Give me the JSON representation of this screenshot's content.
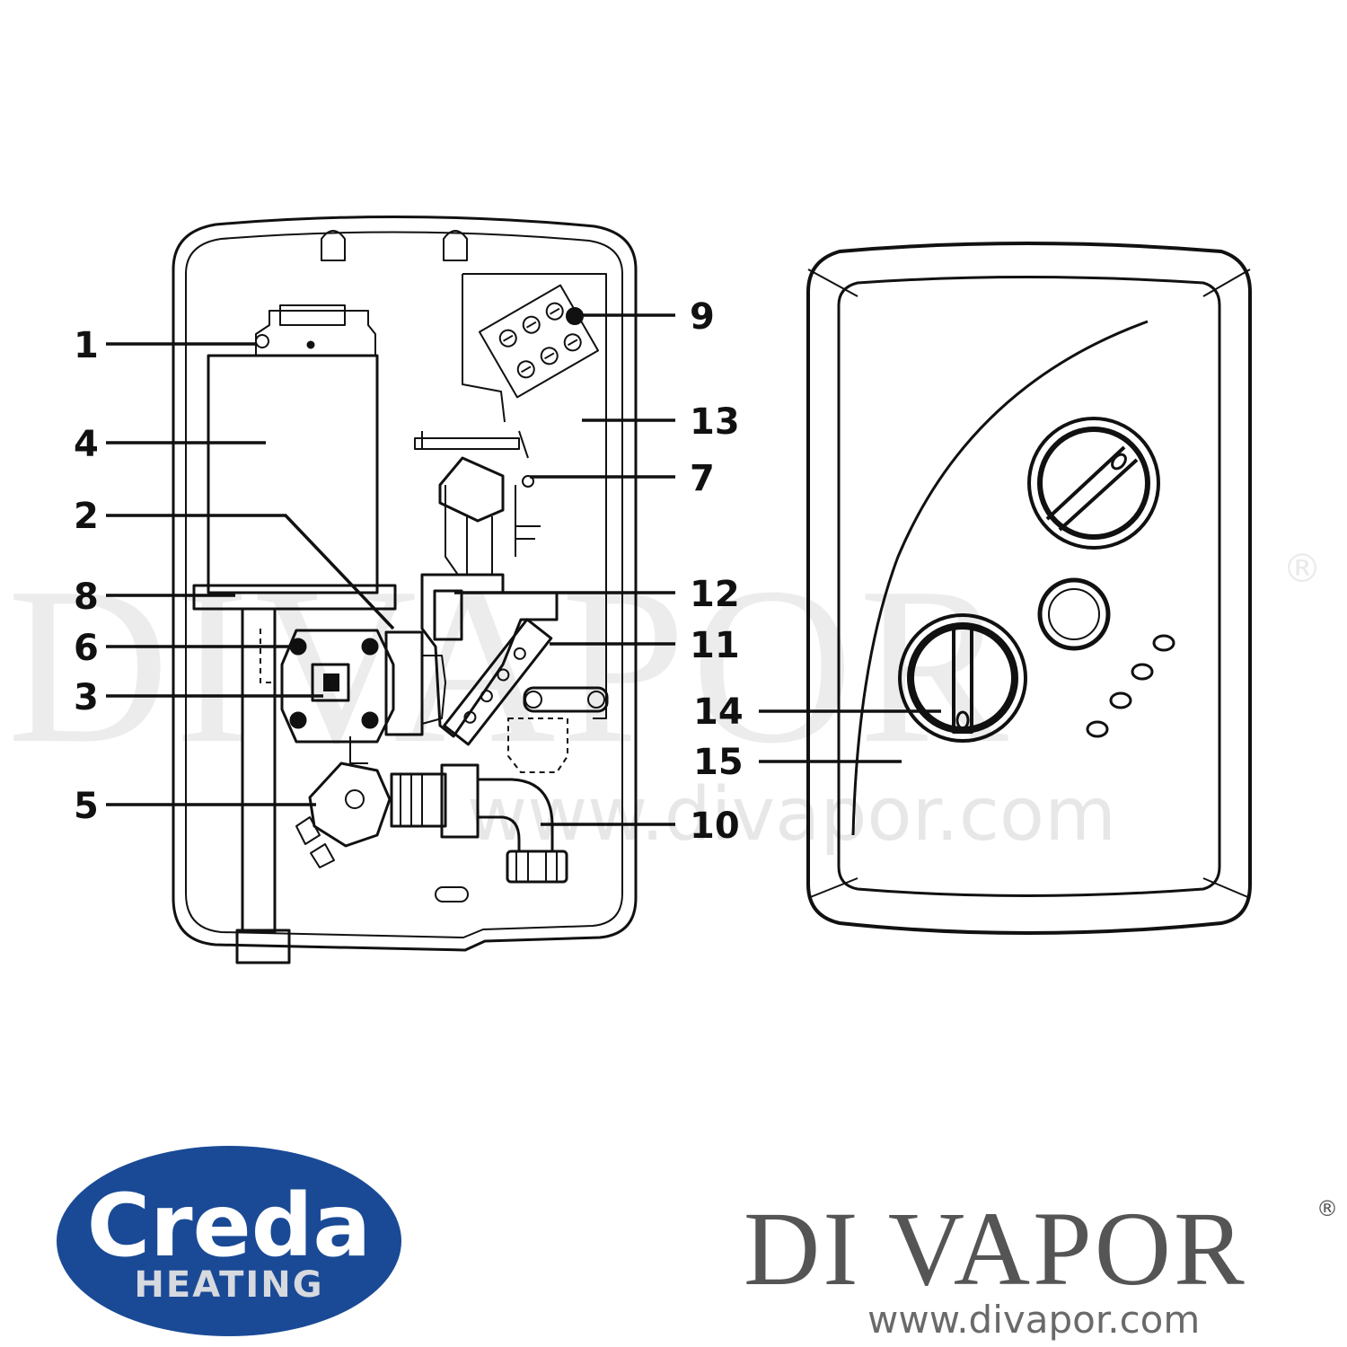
{
  "callouts": {
    "c1": "1",
    "c2": "2",
    "c3": "3",
    "c4": "4",
    "c5": "5",
    "c6": "6",
    "c7": "7",
    "c8": "8",
    "c9": "9",
    "c10": "10",
    "c11": "11",
    "c12": "12",
    "c13": "13",
    "c14": "14",
    "c15": "15"
  },
  "watermark": {
    "text": "DIVAPOR",
    "registered": "®",
    "url": "www.divapor.com"
  },
  "brands": {
    "creda": "Creda",
    "heating": "HEATING",
    "divapor": "DI VAPOR",
    "divapor_registered": "®",
    "divapor_url": "www.divapor.com"
  },
  "colors": {
    "creda_blue": "#1a4a96",
    "divapor_grey": "#555555",
    "line": "#111111"
  }
}
